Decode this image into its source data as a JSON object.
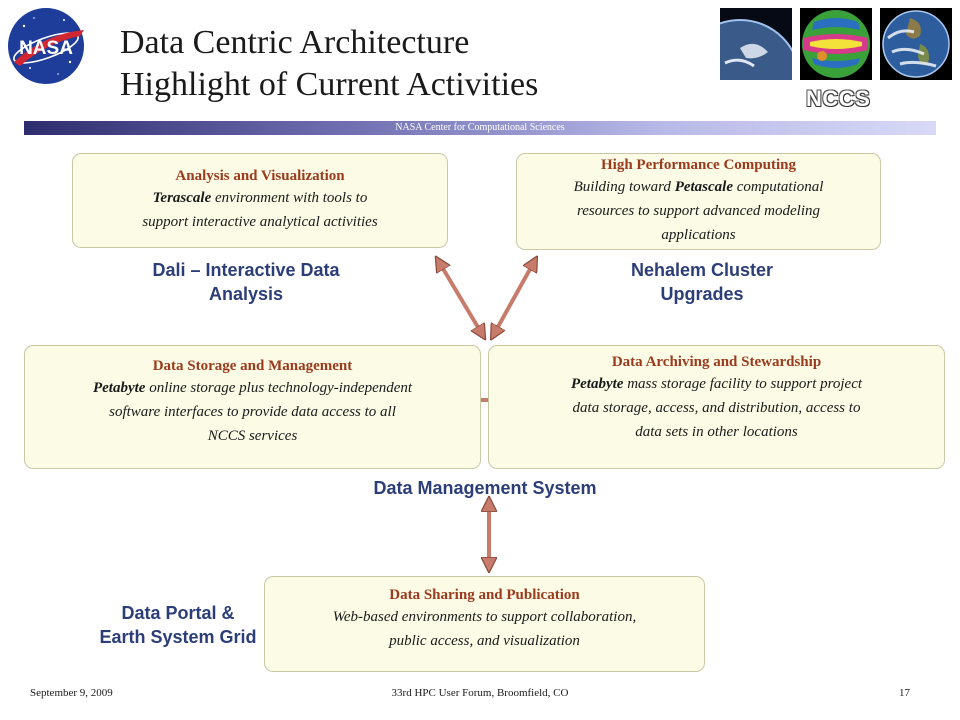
{
  "header": {
    "title_line1": "Data Centric Architecture",
    "title_line2": "Highlight of Current Activities",
    "center_label": "NASA Center for Computational Sciences",
    "nccs": "NCCS",
    "logo_text": "NASA"
  },
  "boxes": {
    "analysis": {
      "heading": "Analysis and Visualization",
      "bold": "Terascale",
      "line1_rest": " environment with tools to",
      "line2": "support interactive analytical activities"
    },
    "hpc": {
      "heading": "High Performance Computing",
      "line1_pre": "Building toward ",
      "bold": "Petascale",
      "line1_rest": " computational",
      "line2": "resources to support advanced modeling",
      "line3": "applications"
    },
    "storage": {
      "heading": "Data Storage and Management",
      "bold": "Petabyte",
      "line1_rest": " online storage plus technology-independent",
      "line2": "software interfaces to provide data access to all",
      "line3": "NCCS services"
    },
    "archiving": {
      "heading": "Data Archiving and Stewardship",
      "bold": "Petabyte",
      "line1_rest": " mass storage facility to support project",
      "line2": "data storage, access, and distribution, access to",
      "line3": "data sets in other locations"
    },
    "sharing": {
      "heading": "Data Sharing and Publication",
      "line1": "Web-based environments to support collaboration,",
      "line2": "public access, and visualization"
    }
  },
  "labels": {
    "dali_line1": "Dali – Interactive Data",
    "dali_line2": "Analysis",
    "nehalem_line1": "Nehalem Cluster",
    "nehalem_line2": "Upgrades",
    "dms": "Data Management System",
    "portal_line1": "Data Portal &",
    "portal_line2": "Earth System Grid"
  },
  "footer": {
    "date": "September 9, 2009",
    "event": "33rd HPC User Forum, Broomfield, CO",
    "page": "17"
  },
  "colors": {
    "heading": "#9b3a1c",
    "label": "#2c3e78",
    "box_fill": "#fbfbe6",
    "arrow_fill": "#c77b6b"
  }
}
